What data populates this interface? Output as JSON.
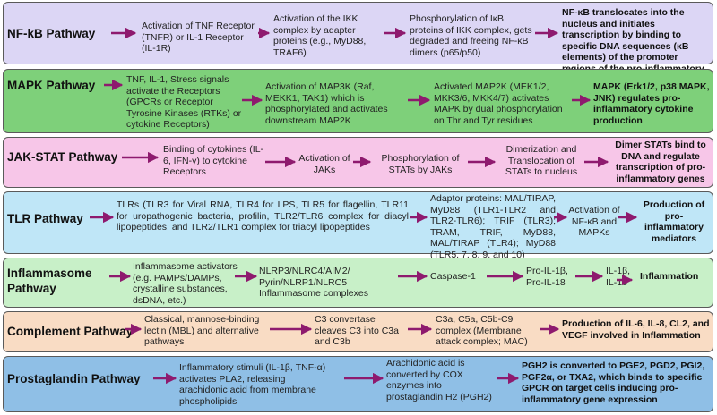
{
  "colors": {
    "nfkb": "#dcd6f5",
    "mapk": "#7ed07a",
    "jakstat": "#f7c6e8",
    "tlr": "#bfe6f7",
    "inflammasome": "#c8f0c8",
    "complement": "#f9dcc4",
    "prostaglandin": "#8fbfe6",
    "arrow": "#8e1a6e"
  },
  "pathways": [
    {
      "title": "NF-kB Pathway",
      "steps": [
        "Activation of TNF Receptor (TNFR) or IL-1 Receptor (IL-1R)",
        "Activation of the IKK complex by adapter proteins (e.g., MyD88, TRAF6)",
        "Phosphorylation of IκB proteins of IKK complex, gets degraded and freeing NF-κB dimers (p65/p50)",
        "NF-κB translocates into the nucleus and initiates transcription by binding to specific DNA sequences (κB elements) of the promoter regions of the pro-inflammatory genes"
      ]
    },
    {
      "title": "MAPK Pathway",
      "steps": [
        "TNF, IL-1, Stress signals activate the Receptors (GPCRs or Receptor Tyrosine Kinases (RTKs) or cytokine Receptors)",
        "Activation of MAP3K (Raf, MEKK1, TAK1) which is phosphorylated and activates downstream MAP2K",
        "Activated MAP2K (MEK1/2, MKK3/6, MKK4/7) activates MAPK by dual phosphorylation on Thr and Tyr residues",
        "MAPK (Erk1/2, p38 MAPK, JNK) regulates pro-inflammatory cytokine production"
      ]
    },
    {
      "title": "JAK-STAT Pathway",
      "steps": [
        "Binding of cytokines (IL-6, IFN-γ) to cytokine Receptors",
        "Activation of JAKs",
        "Phosphorylation of STATs by JAKs",
        "Dimerization and Translocation of STATs to nucleus",
        "Dimer STATs bind to DNA and regulate transcription of pro-inflammatory genes"
      ]
    },
    {
      "title": "TLR Pathway",
      "steps": [
        "TLRs (TLR3 for Viral RNA, TLR4 for LPS, TLR5 for flagellin, TLR11 for uropathogenic bacteria, profilin, TLR2/TLR6 complex for diacyl lipopeptides, and TLR2/TLR1 complex for triacyl lipopeptides",
        "Adaptor proteins: MAL/TIRAP, MyD88 (TLR1-TLR2 and TLR2-TLR6); TRIF (TLR3); TRAM, TRIF, MyD88, MAL/TIRAP (TLR4); MyD88 (TLR5, 7, 8, 9, and 10)",
        "Activation of NF-κB and MAPKs",
        "Production of pro-inflammatory mediators"
      ]
    },
    {
      "title": "Inflammasome Pathway",
      "steps": [
        "Inflammasome activators (e.g. PAMPs/DAMPs, crystalline substances, dsDNA, etc.)",
        "NLRP3/NLRC4/AIM2/ Pyrin/NLRP1/NLRC5 Inflammasome complexes",
        "Caspase-1",
        "Pro-IL-1β, Pro-IL-18",
        "IL-1β, IL-18",
        "Inflammation"
      ]
    },
    {
      "title": "Complement Pathway",
      "steps": [
        "Classical, mannose-binding lectin (MBL) and alternative pathways",
        "C3 convertase cleaves C3 into C3a and C3b",
        "C3a, C5a, C5b-C9 complex (Membrane attack complex; MAC)",
        "Production of IL-6, IL-8, CL2, and VEGF involved in Inflammation"
      ]
    },
    {
      "title": "Prostaglandin Pathway",
      "steps": [
        "Inflammatory stimuli (IL-1β, TNF-α) activates PLA2, releasing arachidonic acid from membrane phospholipids",
        "Arachidonic acid is converted by COX enzymes into prostaglandin H2 (PGH2)",
        "PGH2 is converted to PGE2, PGD2, PGI2, PGF2α, or TXA2, which binds to specific GPCR on target cells inducing pro-inflammatory gene expression"
      ]
    }
  ]
}
